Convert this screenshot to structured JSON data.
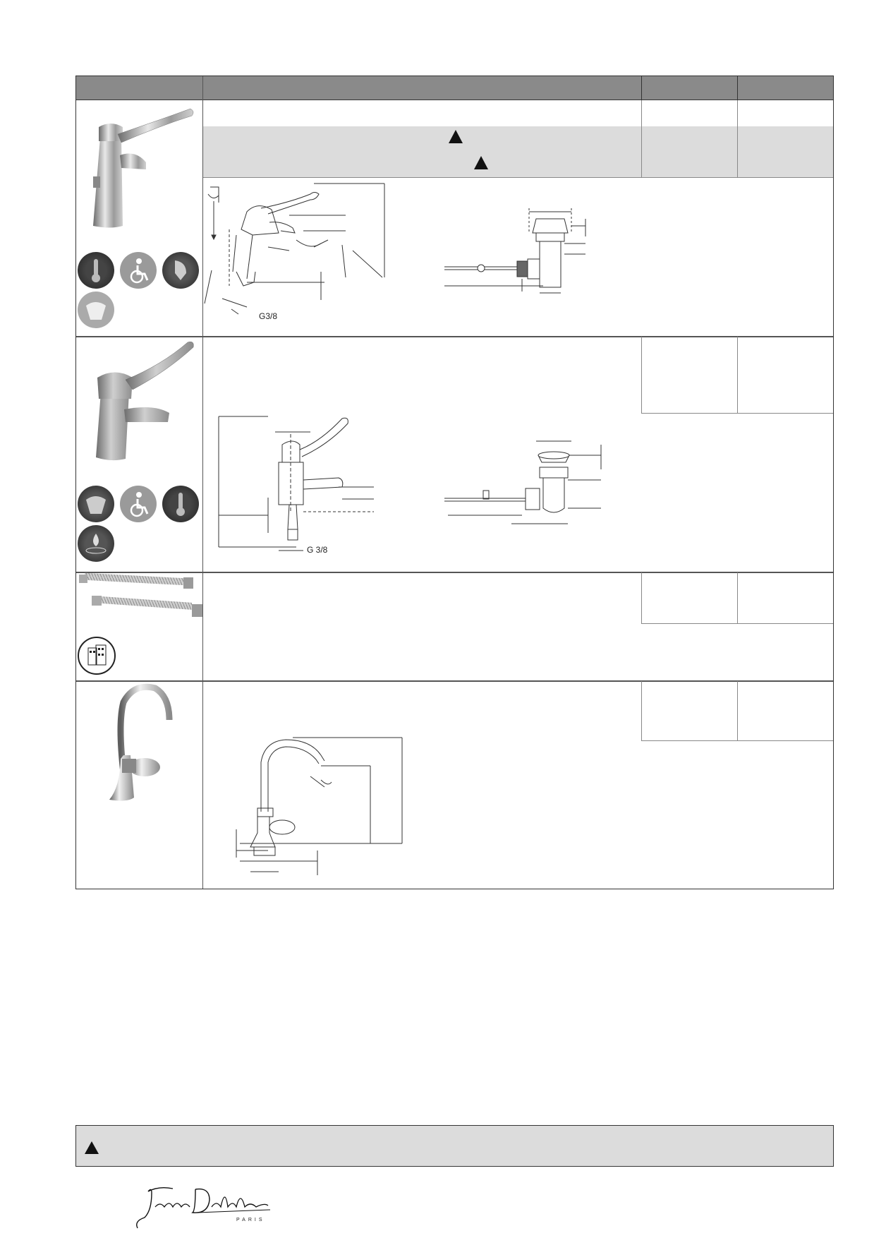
{
  "products": [
    {
      "name": "lever-basin-mixer-with-pop-up-waste",
      "thread_label": "G3/8",
      "icons": [
        "thermometer-icon",
        "wheelchair-accessibility-icon",
        "flow-limiter-icon",
        "splash-free-icon"
      ]
    },
    {
      "name": "medical-basin-mixer",
      "thread_label": "G 3/8",
      "icons": [
        "splash-free-icon",
        "wheelchair-accessibility-icon",
        "thermometer-icon",
        "water-saving-icon"
      ]
    },
    {
      "name": "flexible-hoses",
      "thread_label": "",
      "icons": [
        "building-icon"
      ]
    },
    {
      "name": "swan-neck-pillar-tap",
      "thread_label": "",
      "icons": []
    }
  ],
  "colors": {
    "header": "#8a8a8a",
    "band": "#dcdcdc",
    "border": "#333333"
  }
}
